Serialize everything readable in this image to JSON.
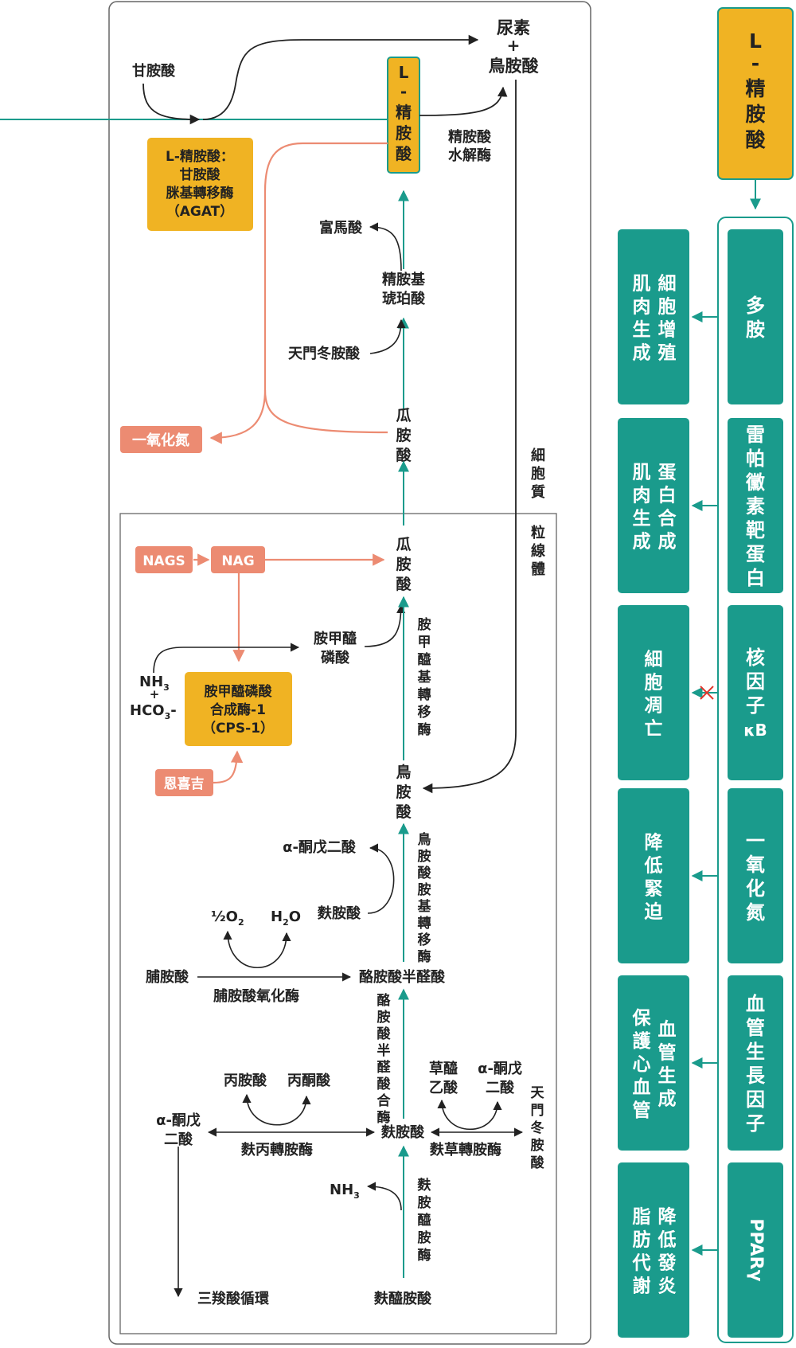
{
  "colors": {
    "teal": "#1a9b8c",
    "orange": "#f0b323",
    "salmon": "#ec8b72",
    "dark": "#222222",
    "frame": "#666666"
  },
  "labels": {
    "glycine": "甘胺酸",
    "urea": "尿素",
    "plus": "+",
    "ornithine": "鳥胺酸",
    "arginine_box": "L - 精胺酸",
    "arginase": "精胺酸水解酶",
    "agat": [
      "L-精胺酸：",
      "甘胺酸",
      "脒基轉移酶",
      "（AGAT）"
    ],
    "fumarate": "富馬酸",
    "argsucc": [
      "精胺基",
      "琥珀酸"
    ],
    "aspartate_top": "天門冬胺酸",
    "citrulline_cyto": "瓜胺酸",
    "no": "一氧化氮",
    "cytoplasm": "細胞質",
    "mitochondria": "粒線體",
    "citrulline_mito": "瓜胺酸",
    "nags": "NAGS",
    "nag": "NAG",
    "carbamoyl_p": [
      "胺甲醯",
      "磷酸"
    ],
    "otc": "胺甲醯基轉移酶",
    "nh3": "NH",
    "hco3": "HCO",
    "cps1": [
      "胺甲醯磷酸",
      "合成酶-1",
      "（CPS-1）"
    ],
    "ornithine_mito": "鳥胺酸",
    "carglumic": "恩喜吉",
    "akg1": "α-酮戊二酸",
    "glutamate1": "麩胺酸",
    "oat": "鳥胺酸胺基轉移酶",
    "half_o2": "½O",
    "h2o": "H",
    "proline": "脯胺酸",
    "prodh": "脯胺酸氧化酶",
    "p5c": "酪胺酸半醛酸",
    "p5cs": "酪胺酸半醛酸合酶",
    "alanine": "丙胺酸",
    "pyruvate": "丙酮酸",
    "oxaloacetate": [
      "草醯",
      "乙酸"
    ],
    "akg2": [
      "α-酮戊",
      "二酸"
    ],
    "akg3": [
      "α-酮戊",
      "二酸"
    ],
    "glutamate2": "麩胺酸",
    "alt": "麩丙轉胺酶",
    "ast": "麩草轉胺酶",
    "aspartate2": "天門冬胺酸",
    "nh3b": "NH",
    "glutaminase": "麩胺醯胺酶",
    "tca": "三羧酸循環",
    "glutamine": "麩醯胺酸",
    "sub2": "2",
    "sub3": "3",
    "minus": "-"
  },
  "right_panel": {
    "header": "L - 精胺酸",
    "rows": [
      {
        "target": "多胺",
        "effect": [
          "細胞增殖",
          "肌肉生成"
        ],
        "inhibit": false
      },
      {
        "target": "雷帕黴素靶蛋白",
        "effect": [
          "蛋白合成",
          "肌肉生成"
        ],
        "inhibit": false
      },
      {
        "target": "核因子κB",
        "effect": [
          "細胞凋亡"
        ],
        "inhibit": true
      },
      {
        "target": "一氧化氮",
        "effect": [
          "降低緊迫"
        ],
        "inhibit": false
      },
      {
        "target": "血管生長因子",
        "effect": [
          "血管生成",
          "保護心血管"
        ],
        "inhibit": false
      },
      {
        "target": "PPARγ",
        "effect": [
          "降低發炎",
          "脂肪代謝"
        ],
        "inhibit": false
      }
    ]
  }
}
